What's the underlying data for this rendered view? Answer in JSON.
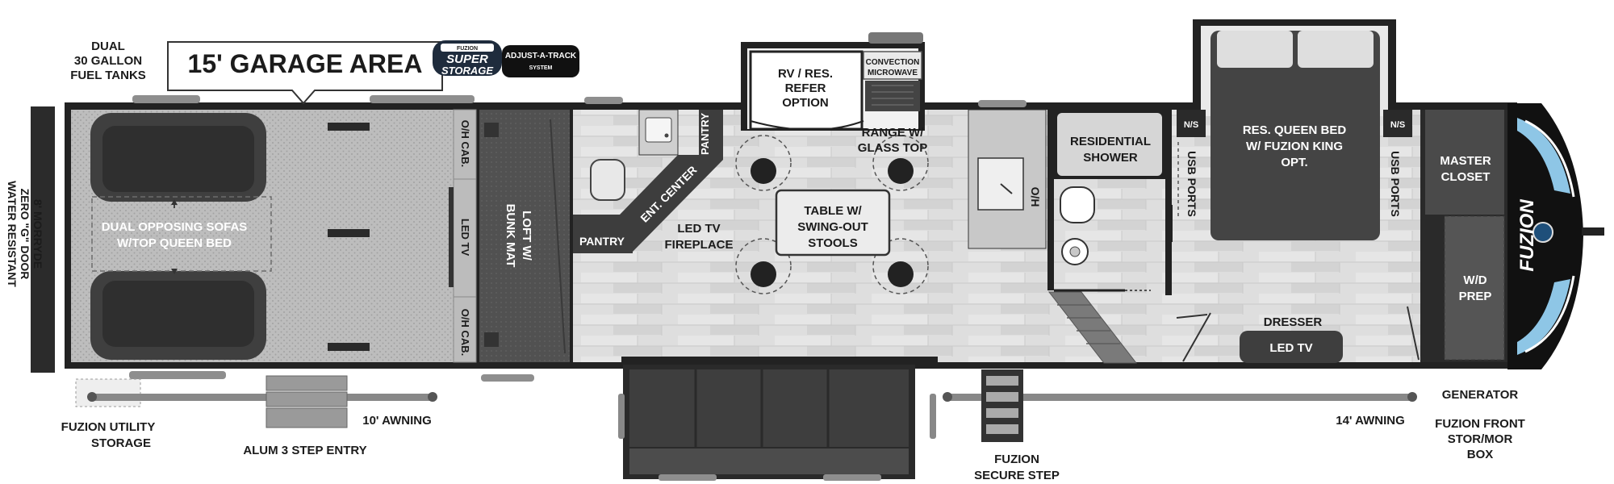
{
  "title": "15' GARAGE AREA",
  "badges": {
    "super_storage": {
      "small": "FUZION",
      "line1": "SUPER",
      "line2": "STORAGE"
    },
    "adjust_a_track": {
      "line1": "ADJUST-A-TRACK",
      "line2": "SYSTEM"
    }
  },
  "exterior": {
    "fuel_tanks": [
      "DUAL",
      "30 GALLON",
      "FUEL TANKS"
    ],
    "rear_door": [
      "8' MORRYDE",
      "ZERO \"G\" DOOR",
      "WATER RESISTANT"
    ],
    "utility_storage": [
      "FUZION UTILITY",
      "STORAGE"
    ],
    "step_entry": "ALUM 3 STEP ENTRY",
    "awning_10": "10' AWNING",
    "secure_step": [
      "FUZION",
      "SECURE STEP"
    ],
    "awning_14": "14' AWNING",
    "generator": "GENERATOR",
    "front_storage": [
      "FUZION FRONT",
      "STOR/MOR",
      "BOX"
    ]
  },
  "garage": {
    "sofas": [
      "DUAL OPPOSING SOFAS",
      "W/TOP QUEEN BED"
    ],
    "oh_cab_top": "O/H CAB.",
    "led_tv": "LED TV",
    "oh_cab_bottom": "O/H CAB.",
    "loft": [
      "LOFT W/",
      "BUNK MAT"
    ]
  },
  "kitchen": {
    "pantry_vertical": "PANTRY",
    "pantry_bottom": "PANTRY",
    "ent_center": "ENT. CENTER",
    "fireplace": [
      "LED TV",
      "FIREPLACE"
    ],
    "refer": [
      "RV / RES.",
      "REFER",
      "OPTION"
    ],
    "microwave": [
      "CONVECTION",
      "MICROWAVE"
    ],
    "range": [
      "RANGE W/",
      "GLASS TOP"
    ],
    "table": [
      "TABLE W/",
      "SWING-OUT",
      "STOOLS"
    ]
  },
  "bath": {
    "oh": "O/H",
    "shower": [
      "RESIDENTIAL",
      "SHOWER"
    ]
  },
  "bedroom": {
    "ns_left": "N/S",
    "ns_right": "N/S",
    "usb_left": "USB PORTS",
    "usb_right": "USB PORTS",
    "bed": [
      "RES. QUEEN BED",
      "W/ FUZION KING",
      "OPT."
    ],
    "dresser": "DRESSER",
    "dresser_tv": "LED TV",
    "closet": [
      "MASTER",
      "CLOSET"
    ],
    "wd": [
      "W/D",
      "PREP"
    ]
  },
  "brand": "FUZION",
  "colors": {
    "wall": "#1c1c1c",
    "garage_floor": "#b9b9b9",
    "wood_floor": "#dcdcdc",
    "furniture": "#4a4a4a",
    "cabinet": "#bfbfbf",
    "accent_blue": "#8ec6e6"
  }
}
